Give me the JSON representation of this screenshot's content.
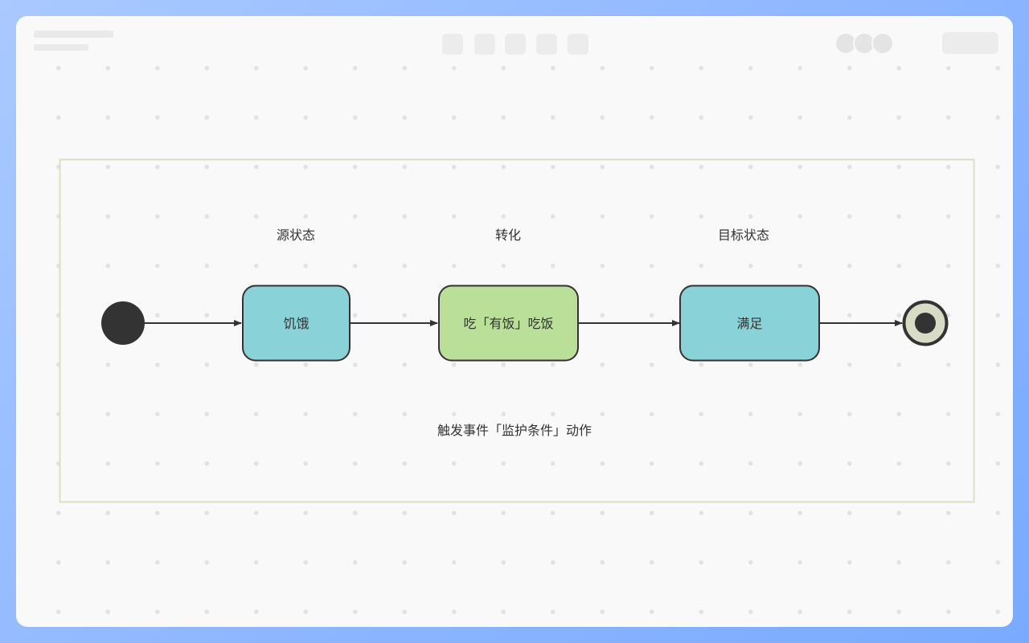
{
  "diagram": {
    "headers": {
      "source": "源状态",
      "transition": "转化",
      "target": "目标状态"
    },
    "nodes": {
      "start": "",
      "hungry": "饥饿",
      "eat": "吃「有饭」吃饭",
      "full": "满足",
      "end": ""
    },
    "caption": "触发事件「监护条件」动作"
  },
  "colors": {
    "state_fill": "#89d2d7",
    "transition_fill": "#badf98",
    "stroke": "#333333",
    "frame": "#dcdfc6",
    "end_ring": "#d8dcc4",
    "background_top": "#a9c9ff",
    "background_bottom": "#7aaaff"
  }
}
